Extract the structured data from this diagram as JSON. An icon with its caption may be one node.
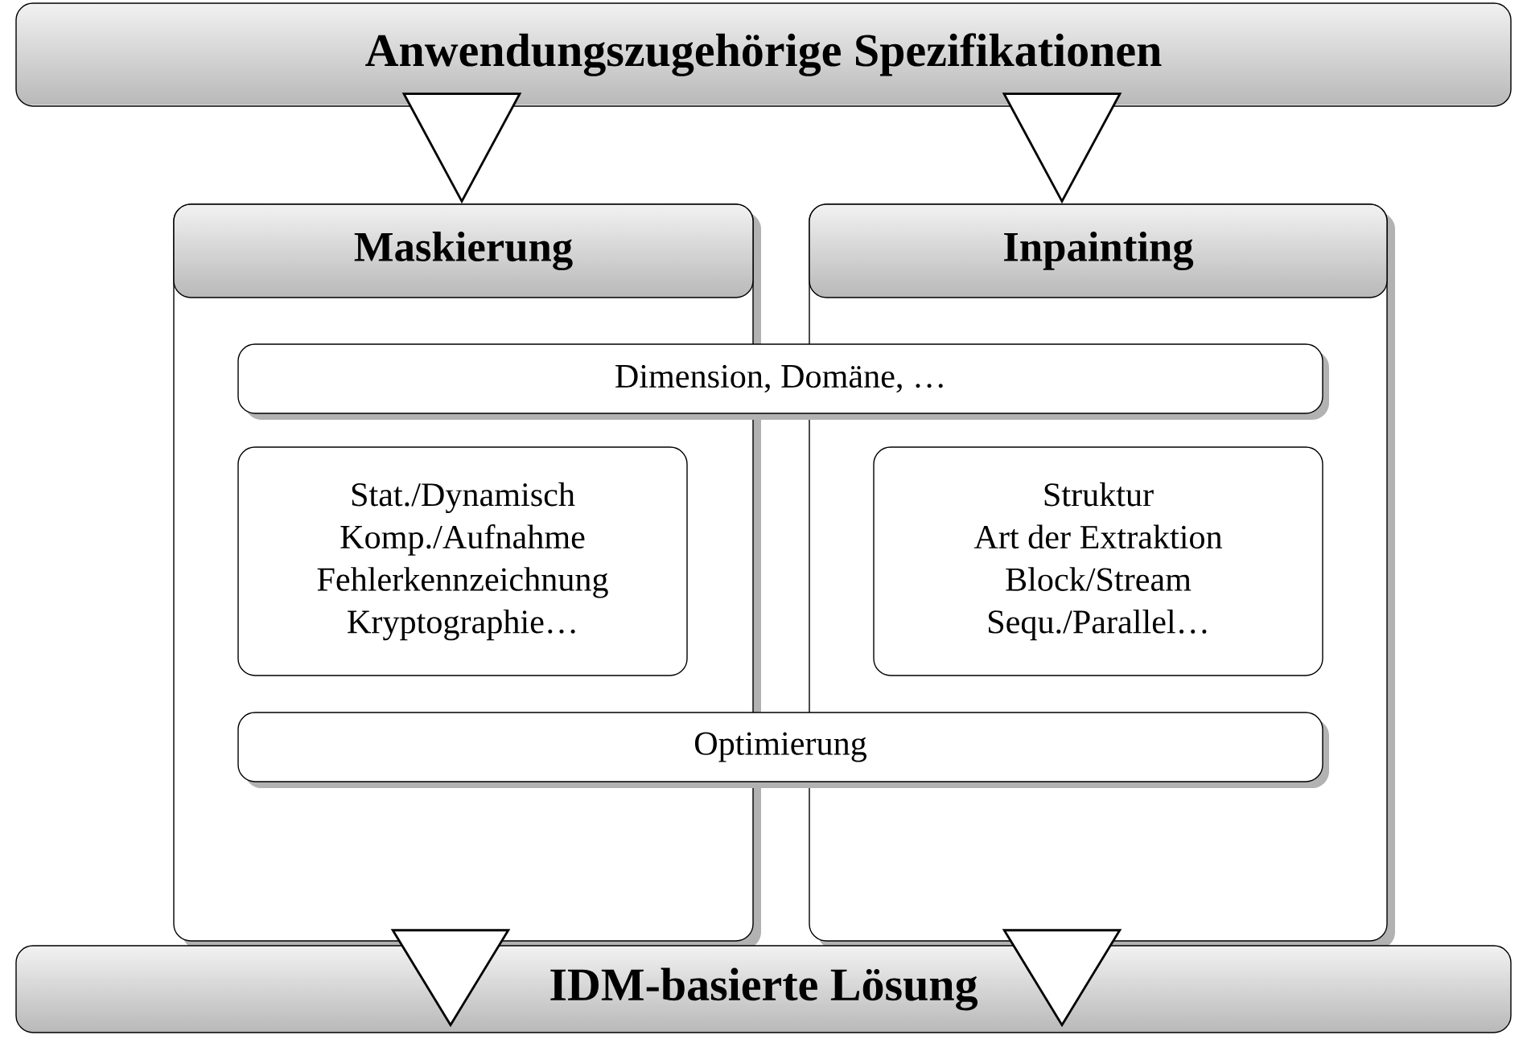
{
  "diagram": {
    "nodes": [
      {
        "text": [
          "Anwendungszugehörige Spezifikationen"
        ]
      },
      {
        "text": [
          "Maskierung"
        ]
      },
      {
        "text": [
          "Inpainting"
        ]
      },
      {
        "text": [
          "Dimension, Domäne, …"
        ]
      },
      {
        "text": [
          "Stat./Dynamisch",
          "Komp./Aufnahme",
          "Fehlerkennzeichnung",
          "Kryptographie…"
        ],
        "in": 1
      },
      {
        "text": [
          "Struktur",
          "Art der Extraktion",
          "Block/Stream",
          "Sequ./Parallel…"
        ],
        "in": 2
      },
      {
        "text": [
          "Optimierung"
        ]
      },
      {
        "text": [
          "IDM-basierte Lösung"
        ]
      }
    ],
    "edges": [
      {
        "from": 0,
        "to": 1,
        "arrow": "to"
      },
      {
        "from": 0,
        "to": 2,
        "arrow": "to"
      },
      {
        "from": 1,
        "to": 7,
        "arrow": "to"
      },
      {
        "from": 2,
        "to": 7,
        "arrow": "to"
      }
    ]
  }
}
